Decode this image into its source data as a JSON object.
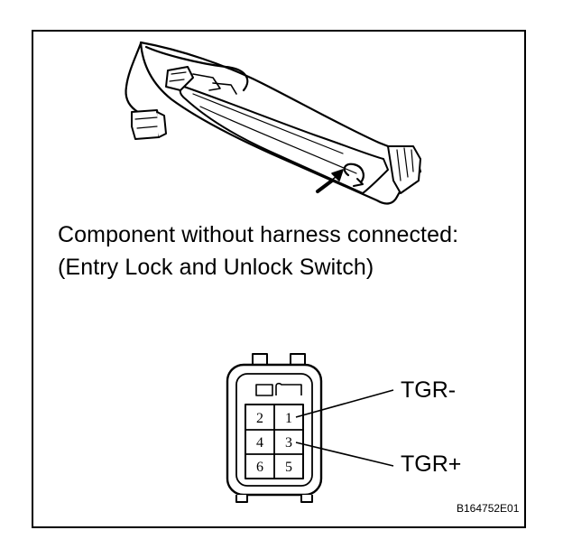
{
  "caption": {
    "line1": "Component without harness connected:",
    "line2": "(Entry Lock and Unlock Switch)"
  },
  "connector": {
    "pins": [
      {
        "number": "2"
      },
      {
        "number": "1"
      },
      {
        "number": "4"
      },
      {
        "number": "3"
      },
      {
        "number": "6"
      },
      {
        "number": "5"
      }
    ]
  },
  "labels": {
    "tgr_minus": "TGR-",
    "tgr_plus": "TGR+"
  },
  "figure_code": "B164752E01"
}
